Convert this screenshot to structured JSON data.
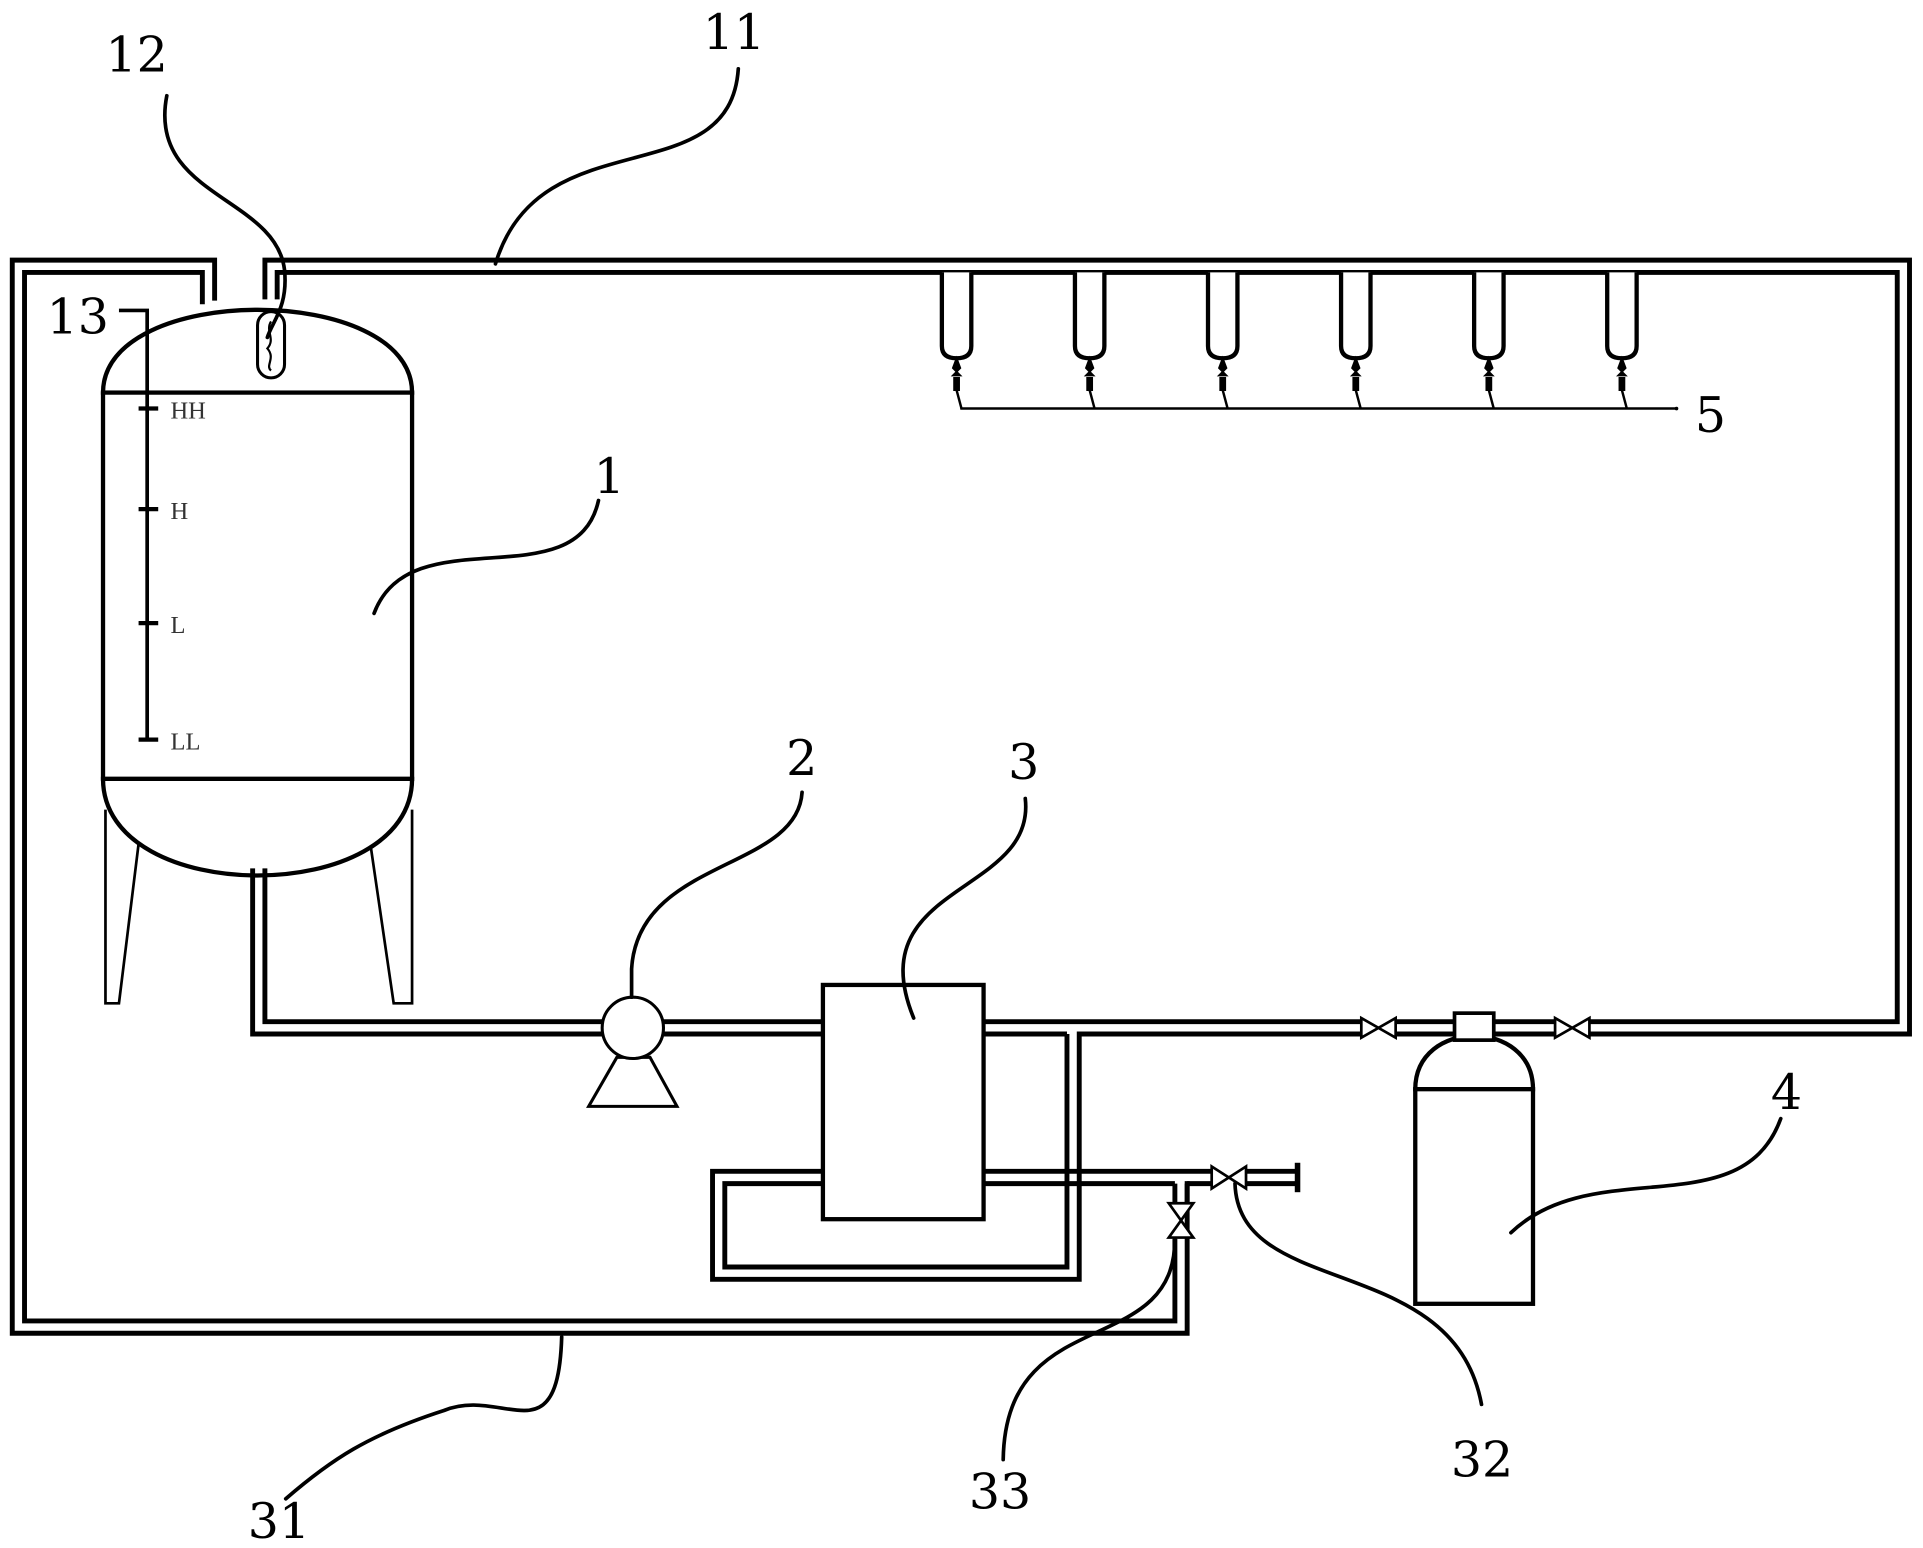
{
  "title": "Process flow diagram: storage tank recirculation loop",
  "components": [
    {
      "id": "1",
      "name": "Storage tank"
    },
    {
      "id": "11",
      "name": "Supply pipeline"
    },
    {
      "id": "12",
      "name": "Tank top fitting"
    },
    {
      "id": "13",
      "name": "Level gauge"
    },
    {
      "id": "2",
      "name": "Pump"
    },
    {
      "id": "3",
      "name": "Heat exchanger"
    },
    {
      "id": "31",
      "name": "Return pipeline"
    },
    {
      "id": "32",
      "name": "Drain valve"
    },
    {
      "id": "33",
      "name": "Return valve"
    },
    {
      "id": "4",
      "name": "Filter vessel"
    },
    {
      "id": "5",
      "name": "Dispensing points"
    }
  ],
  "callouts": {
    "c1": "1",
    "c11": "11",
    "c12": "12",
    "c13": "13",
    "c2": "2",
    "c3": "3",
    "c31": "31",
    "c32": "32",
    "c33": "33",
    "c4": "4",
    "c5": "5"
  },
  "level_marks": [
    "HH",
    "H",
    "L",
    "LL"
  ],
  "dispensing_point_count": 6,
  "colors": {
    "line": "#000000",
    "background": "#ffffff"
  }
}
